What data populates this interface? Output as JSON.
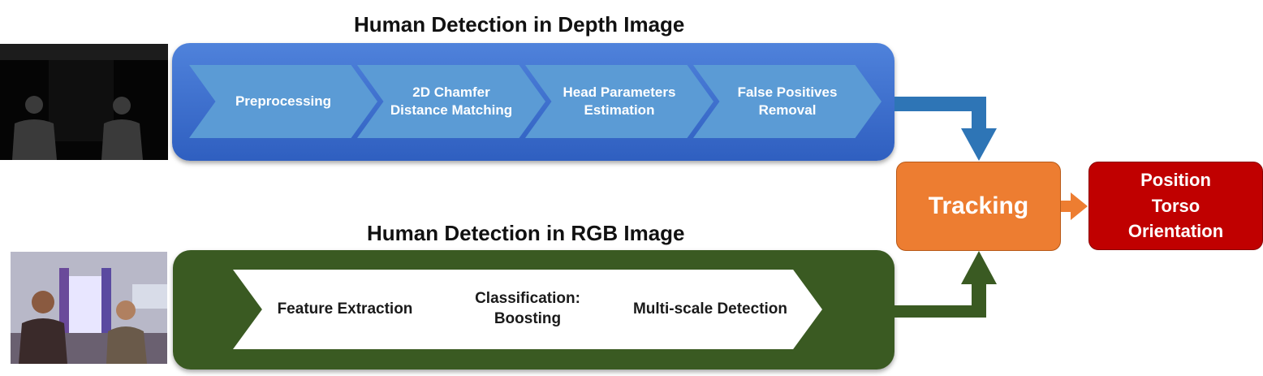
{
  "depth_section": {
    "title": "Human Detection in Depth Image",
    "steps": [
      "Preprocessing",
      "2D Chamfer Distance Matching",
      "Head Parameters Estimation",
      "False Positives Removal"
    ]
  },
  "rgb_section": {
    "title": "Human Detection in RGB Image",
    "steps": [
      "Feature Extraction",
      "Classification: Boosting",
      "Multi-scale Detection"
    ]
  },
  "tracking": {
    "label": "Tracking"
  },
  "output": {
    "lines": [
      "Position",
      "Torso",
      "Orientation"
    ]
  },
  "colors": {
    "depth_panel": "#3f6fce",
    "depth_step": "#5b9bd5",
    "rgb_panel": "#3a5a22",
    "tracking": "#ed7d31",
    "output": "#c00000",
    "arrow_blue": "#2e75b6",
    "arrow_green": "#3a5a22"
  }
}
